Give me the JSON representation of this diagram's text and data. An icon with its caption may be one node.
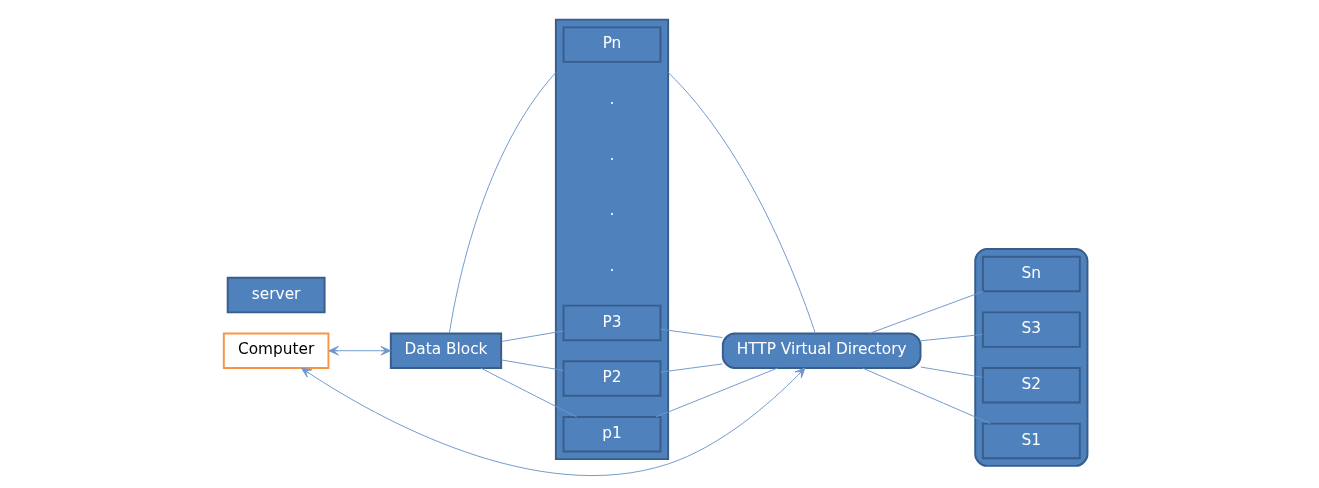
{
  "diagram": {
    "nodes": [
      {
        "text": [
          "Computer"
        ]
      },
      {
        "text": [
          "Data Block"
        ]
      },
      {
        "text": [],
        "shape": "box"
      },
      {
        "text": [
          "p1"
        ],
        "in": 2
      },
      {
        "text": [
          "P2"
        ],
        "in": 2
      },
      {
        "text": [
          "P3"
        ],
        "in": 2
      },
      {
        "text": [
          "Pn"
        ],
        "in": 2
      },
      {
        "text": [
          "HTTP Virtual Directory"
        ]
      },
      {
        "text": [],
        "shape": "ellipse"
      },
      {
        "text": [
          "S1"
        ],
        "in": 8
      },
      {
        "text": [
          "S2"
        ],
        "in": 8
      },
      {
        "text": [
          "S3"
        ],
        "in": 8
      },
      {
        "text": [
          "Sn"
        ],
        "in": 8
      },
      {
        "text": [
          "server"
        ]
      }
    ],
    "edges": [
      {
        "from": 0,
        "to": 1,
        "arrow": "both"
      },
      {
        "from": 7,
        "to": 0,
        "arrow": "both"
      },
      {
        "from": 1,
        "to": 3,
        "arrow": "none"
      },
      {
        "from": 1,
        "to": 4,
        "arrow": "none"
      },
      {
        "from": 1,
        "to": 5,
        "arrow": "none"
      },
      {
        "from": 1,
        "to": 2,
        "arrow": "none"
      },
      {
        "from": 3,
        "to": 7,
        "arrow": "none"
      },
      {
        "from": 4,
        "to": 7,
        "arrow": "none"
      },
      {
        "from": 5,
        "to": 7,
        "arrow": "none"
      },
      {
        "from": 2,
        "to": 7,
        "arrow": "none"
      },
      {
        "from": 7,
        "to": 9,
        "arrow": "none"
      },
      {
        "from": 7,
        "to": 10,
        "arrow": "none"
      },
      {
        "from": 7,
        "to": 11,
        "arrow": "none"
      },
      {
        "from": 7,
        "to": 12,
        "arrow": "none"
      }
    ],
    "labels": [
      ".",
      ".",
      ".",
      "."
    ]
  }
}
